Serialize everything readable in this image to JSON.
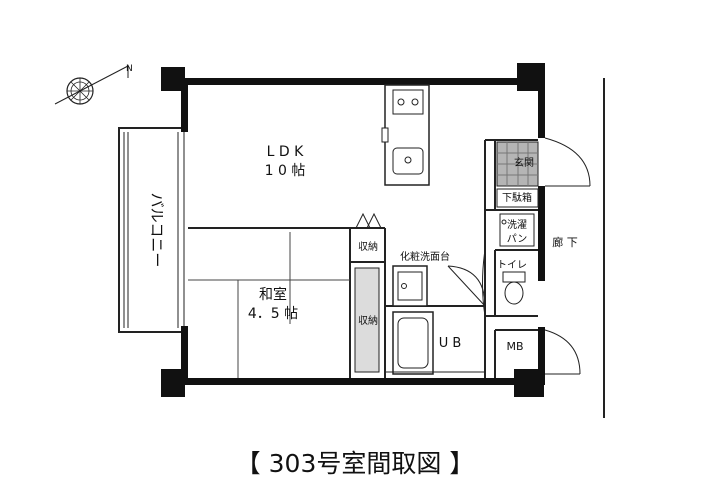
{
  "compass": {
    "north_label": "N"
  },
  "rooms": {
    "ldk": {
      "name": "L D K",
      "size": "1 0 帖"
    },
    "washitsu": {
      "name": "和室",
      "size": "4．5 帖"
    },
    "balcony": {
      "name": "バルコニー"
    },
    "storage_upper": {
      "name": "収納"
    },
    "storage_lower": {
      "name": "収納"
    },
    "vanity": {
      "name": "化粧洗面台"
    },
    "toilet": {
      "name": "トイレ"
    },
    "unit_bath": {
      "name": "U B"
    },
    "shoe_box": {
      "name": "下駄箱"
    },
    "washer_pan": {
      "name": "洗濯\nパン"
    },
    "meter_box": {
      "name": "MB"
    },
    "entrance": {
      "name": "玄関"
    },
    "corridor": {
      "name": "廊 下"
    }
  },
  "caption": {
    "open": "【",
    "title": "303号室間取図",
    "close": "】"
  },
  "colors": {
    "wall": "#111111",
    "line": "#222222",
    "tile": "#9a9a9a",
    "panel": "#dcdcdc"
  }
}
